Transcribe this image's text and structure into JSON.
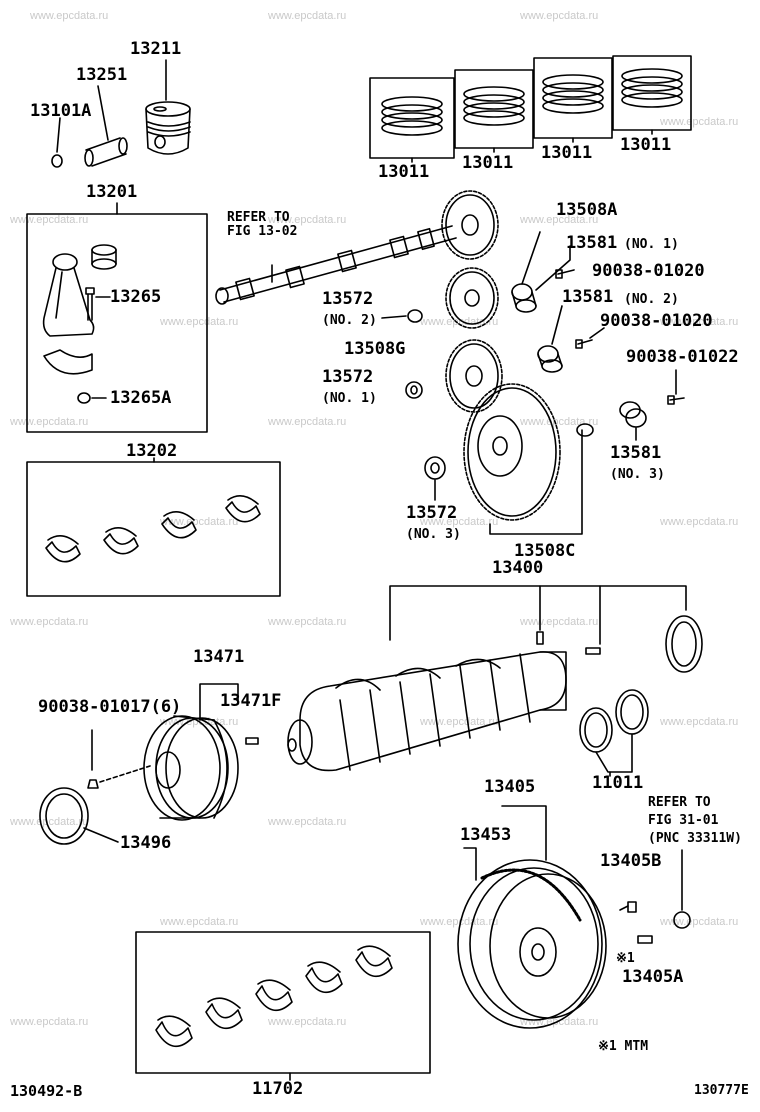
{
  "watermark": "www.epcdata.ru",
  "labels": {
    "p13211": "13211",
    "p13251": "13251",
    "p13101A": "13101A",
    "p13201": "13201",
    "p13265": "13265",
    "p13265A": "13265A",
    "p13202": "13202",
    "p13011": "13011",
    "refer_fig_13_02_l1": "REFER TO",
    "refer_fig_13_02_l2": "FIG 13-02",
    "p13508A": "13508A",
    "p13581": "13581",
    "no1": "(NO. 1)",
    "no2": "(NO. 2)",
    "no3": "(NO. 3)",
    "p90038_01020": "90038-01020",
    "p90038_01022": "90038-01022",
    "p13572": "13572",
    "p13508G": "13508G",
    "p13508C": "13508C",
    "p13400": "13400",
    "p13471": "13471",
    "p13471F": "13471F",
    "p90038_01017": "90038-01017(6)",
    "p13496": "13496",
    "p11011": "11011",
    "refer_fig_31_01_l1": "REFER TO",
    "refer_fig_31_01_l2": "FIG 31-01",
    "refer_fig_31_01_l3": "(PNC 33311W)",
    "p13405": "13405",
    "p13453": "13453",
    "p13405B": "13405B",
    "note_mark": "※1",
    "p13405A": "13405A",
    "note_mtm": "※1 MTM",
    "p11702": "11702",
    "footer_left": "130492-B",
    "footer_right": "130777E"
  }
}
